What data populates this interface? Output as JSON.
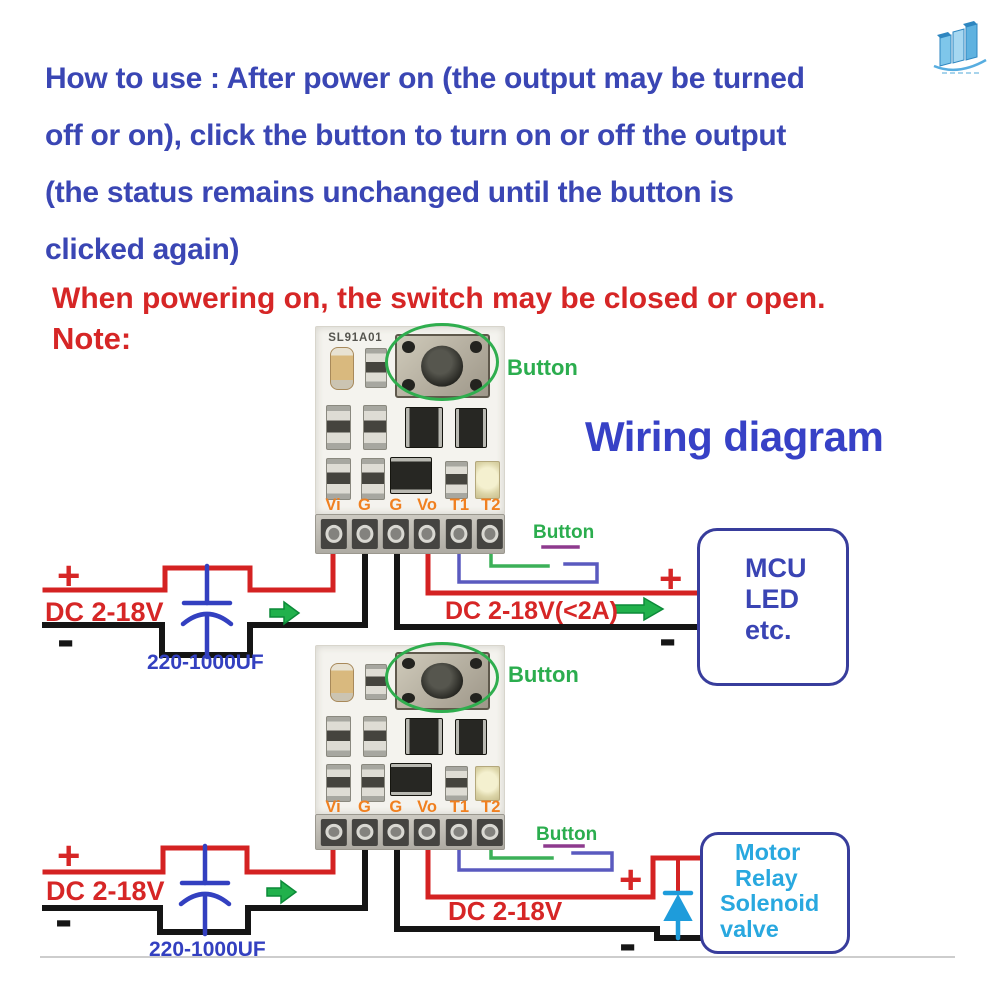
{
  "instructions": {
    "lines": [
      "How to use : After power on (the output may be turned",
      "off or on), click the button to turn on or off the output",
      "(the status remains unchanged until the button is",
      "clicked again)"
    ]
  },
  "warning": "When powering on, the switch may be closed or open.",
  "note_label": "Note:",
  "title": "Wiring diagram",
  "board": {
    "model": "SL91A01",
    "pins": [
      "Vi",
      "G",
      "G",
      "Vo",
      "T1",
      "T2"
    ],
    "button_label": "Button"
  },
  "diagram1": {
    "plus": "+",
    "minus": "-",
    "input_voltage": "DC 2-18V",
    "capacitor_value": "220-1000UF",
    "output_voltage": "DC 2-18V(<2A)",
    "button_label": "Button",
    "load_lines": [
      "MCU",
      "LED",
      "etc."
    ]
  },
  "diagram2": {
    "plus": "+",
    "minus": "-",
    "input_voltage": "DC 2-18V",
    "capacitor_value": "220-1000UF",
    "output_voltage": "DC 2-18V",
    "button_label": "Button",
    "load_lines": [
      "Motor",
      "Relay",
      "Solenoid",
      "valve"
    ]
  },
  "colors": {
    "heading_blue": "#3a46b4",
    "title_blue": "#3741c6",
    "red": "#d62626",
    "green": "#2bad4e",
    "pin_orange": "#f08020",
    "wire_red": "#d42222",
    "wire_black": "#151515",
    "wire_blue": "#5a5abf",
    "wire_green": "#3cb058",
    "switch_purple": "#8e3a8e",
    "capacitor_blue": "#3340c0",
    "box_border_navy": "#383d9c",
    "load_text_blue": "#3a44b4",
    "load_text_cyan": "#29a8df",
    "diode_blue": "#1e9cdb"
  }
}
